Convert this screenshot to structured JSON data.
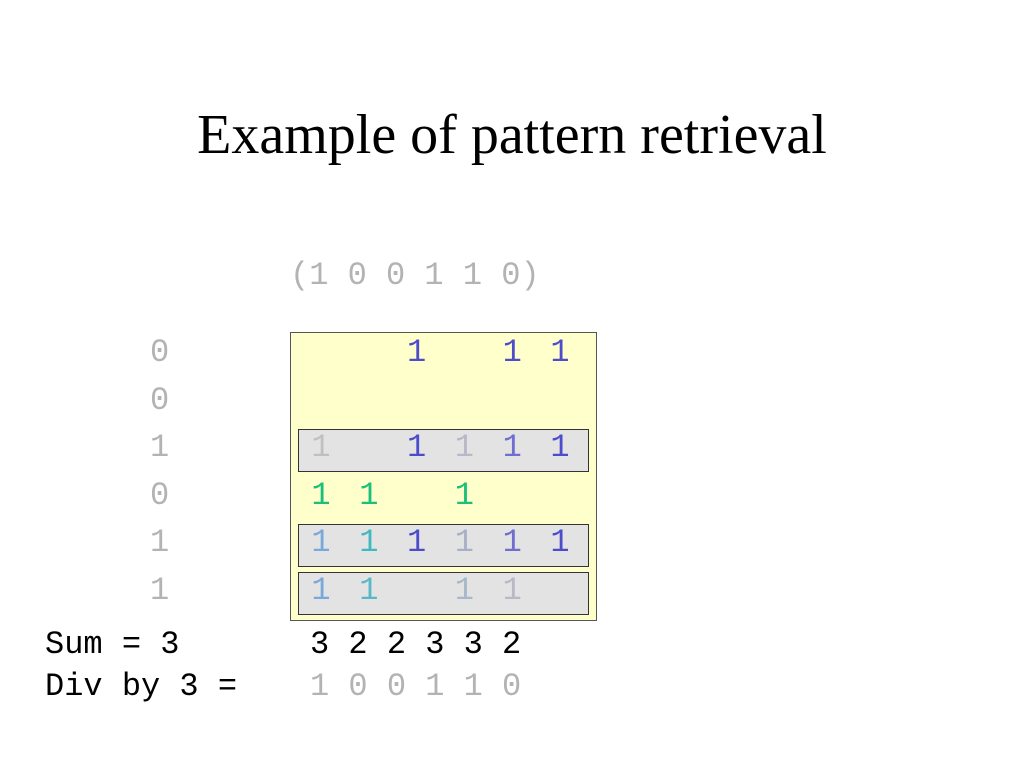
{
  "title": "Example of pattern retrieval",
  "input_vector": "(1 0 0 1 1 0)",
  "row_labels": [
    "0",
    "0",
    "1",
    "0",
    "1",
    "1"
  ],
  "colors": {
    "blue": "#4d4dcc",
    "green": "#1abf7a",
    "teal": "#59b8c8",
    "grey": "#b3b3b3",
    "faded_blue": "#8a8ad6",
    "grid_bg": "#ffffcc",
    "row_highlight": "#e3e3e3"
  },
  "matrix_cells": [
    {
      "row": 0,
      "col": 2,
      "value": "1",
      "color": "#4d4dcc"
    },
    {
      "row": 0,
      "col": 4,
      "value": "1",
      "color": "#4d4dcc"
    },
    {
      "row": 0,
      "col": 5,
      "value": "1",
      "color": "#4d4dcc"
    },
    {
      "row": 2,
      "col": 0,
      "value": "1",
      "color": "#c0c0c0"
    },
    {
      "row": 2,
      "col": 2,
      "value": "1",
      "color": "#4d4dcc"
    },
    {
      "row": 2,
      "col": 3,
      "value": "1",
      "color": "#b8b8c8"
    },
    {
      "row": 2,
      "col": 4,
      "value": "1",
      "color": "#6f6fcf"
    },
    {
      "row": 2,
      "col": 5,
      "value": "1",
      "color": "#4d4dcc"
    },
    {
      "row": 3,
      "col": 0,
      "value": "1",
      "color": "#1abf7a"
    },
    {
      "row": 3,
      "col": 1,
      "value": "1",
      "color": "#1abf7a"
    },
    {
      "row": 3,
      "col": 3,
      "value": "1",
      "color": "#1abf7a"
    },
    {
      "row": 4,
      "col": 0,
      "value": "1",
      "color": "#7aa8d8"
    },
    {
      "row": 4,
      "col": 1,
      "value": "1",
      "color": "#40b8c0"
    },
    {
      "row": 4,
      "col": 2,
      "value": "1",
      "color": "#4d4dcc"
    },
    {
      "row": 4,
      "col": 3,
      "value": "1",
      "color": "#a8b0c8"
    },
    {
      "row": 4,
      "col": 4,
      "value": "1",
      "color": "#6f6fcf"
    },
    {
      "row": 4,
      "col": 5,
      "value": "1",
      "color": "#4d4dcc"
    },
    {
      "row": 5,
      "col": 0,
      "value": "1",
      "color": "#7aa8d8"
    },
    {
      "row": 5,
      "col": 1,
      "value": "1",
      "color": "#59b8c8"
    },
    {
      "row": 5,
      "col": 3,
      "value": "1",
      "color": "#a8b8c8"
    },
    {
      "row": 5,
      "col": 4,
      "value": "1",
      "color": "#b8b8c8"
    }
  ],
  "highlighted_rows": [
    2,
    4,
    5
  ],
  "sum_label": "Sum = 3",
  "sums": "3 2 2 3 3 2",
  "div_label": "Div by 3 = ",
  "div_result": "1 0 0 1 1 0"
}
